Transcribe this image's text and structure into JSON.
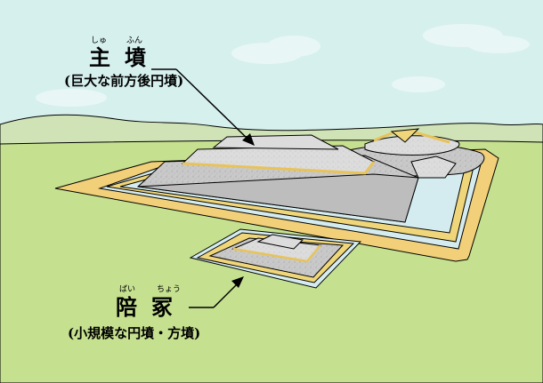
{
  "main": {
    "ruby_1": "しゅ",
    "ruby_2": "ふん",
    "title": "主墳",
    "subtitle": "(巨大な前方後円墳)"
  },
  "secondary": {
    "ruby_1": "ばい",
    "ruby_2": "ちょう",
    "title": "陪冢",
    "subtitle": "(小規模な円墳・方墳)"
  },
  "colors": {
    "sky": "#d6f0ee",
    "hills": "#cfe3b7",
    "ground": "#c5e08f",
    "outer_bank": "#f2d07a",
    "moat": "#d4ecf0",
    "mound": "#c8c8c8",
    "mound_top": "#d8d8d8",
    "terrace": "#f0d67a"
  }
}
